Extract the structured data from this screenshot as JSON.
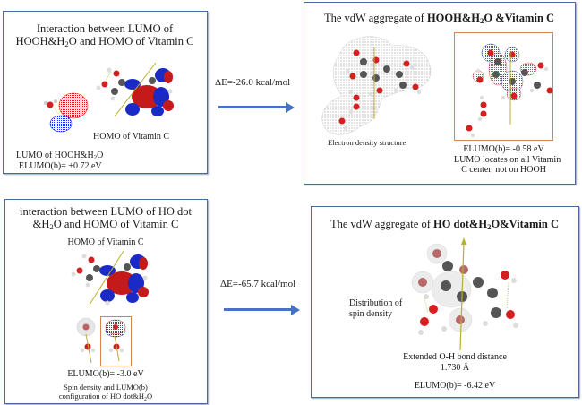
{
  "panels": {
    "top_left": {
      "title_line1": "Interaction between LUMO  of",
      "title_line2_a": "HOOH&H",
      "title_line2_sub": "2",
      "title_line2_b": "O  and HOMO of Vitamin  C",
      "homo_label": "HOMO of Vitamin C",
      "lumo_label_a": "LUMO of HOOH&H",
      "lumo_label_sub": "2",
      "lumo_label_b": "O",
      "elumo": "ELUMO(b)= +0.72 eV"
    },
    "top_right": {
      "title_prefix": "The vdW aggregate  of ",
      "title_bold_a": "HOOH&H",
      "title_bold_sub": "2",
      "title_bold_b": "O &Vitamin  C",
      "density_caption": "Electron density structure",
      "elumo": "ELUMO(b)= -0.58 eV",
      "note_line1": "LUMO locates on all Vitamin",
      "note_line2": "C center, not on HOOH"
    },
    "bottom_left": {
      "title_line1": "interaction between LUMO  of HO dot",
      "title_line2_a": "&H",
      "title_line2_sub": "2",
      "title_line2_b": "O and HOMO  of Vitamin  C",
      "homo_label": "HOMO of Vitamin C",
      "elumo": "ELUMO(b)= -3.0 eV",
      "note_line1": "Spin  density  and LUMO(b)",
      "note_line2_a": "configuration  of HO dot&H",
      "note_line2_sub": "2",
      "note_line2_b": "O"
    },
    "bottom_right": {
      "title_prefix": "The vdW aggregate  of ",
      "title_bold_a": "HO dot&H",
      "title_bold_sub": "2",
      "title_bold_b": "O&Vitamin  C",
      "spin_label_line1": "Distribution of",
      "spin_label_line2": "spin density",
      "bond_line1": "Extended O-H bond distance",
      "bond_line2": "1.730 Å",
      "elumo": "ELUMO(b)= -6.42 eV"
    }
  },
  "transitions": [
    {
      "label": "ΔE=-26.0 kcal/mol",
      "arrow": "right-arrow"
    },
    {
      "label": "ΔE=-65.7 kcal/mol",
      "arrow": "right-arrow"
    }
  ],
  "colors": {
    "panel_border": "#4a6a9a",
    "highlight_border": "#d9824a",
    "arrow": "#4472c4",
    "oxygen": "#d42020",
    "carbon": "#555555",
    "hydrogen": "#d8d8d8",
    "orbital_positive": "#c41a1a",
    "orbital_negative": "#1a2ac4",
    "dipole_vector": "#b8b030"
  }
}
